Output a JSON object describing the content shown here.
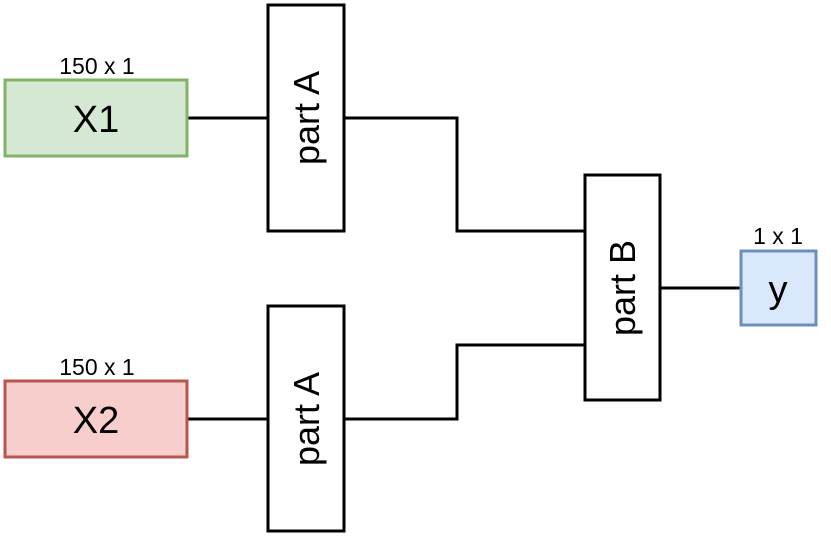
{
  "nodes": {
    "x1": {
      "label": "X1",
      "dims": "150 x 1",
      "fill": "#d5e8d4",
      "stroke": "#82b366"
    },
    "x2": {
      "label": "X2",
      "dims": "150 x 1",
      "fill": "#f8cecc",
      "stroke": "#b85450"
    },
    "y": {
      "label": "y",
      "dims": "1 x 1",
      "fill": "#dae8fc",
      "stroke": "#6c8ebf"
    }
  },
  "blocks": {
    "part_a_top": {
      "label": "part A"
    },
    "part_a_bottom": {
      "label": "part A"
    },
    "part_b": {
      "label": "part B"
    }
  }
}
